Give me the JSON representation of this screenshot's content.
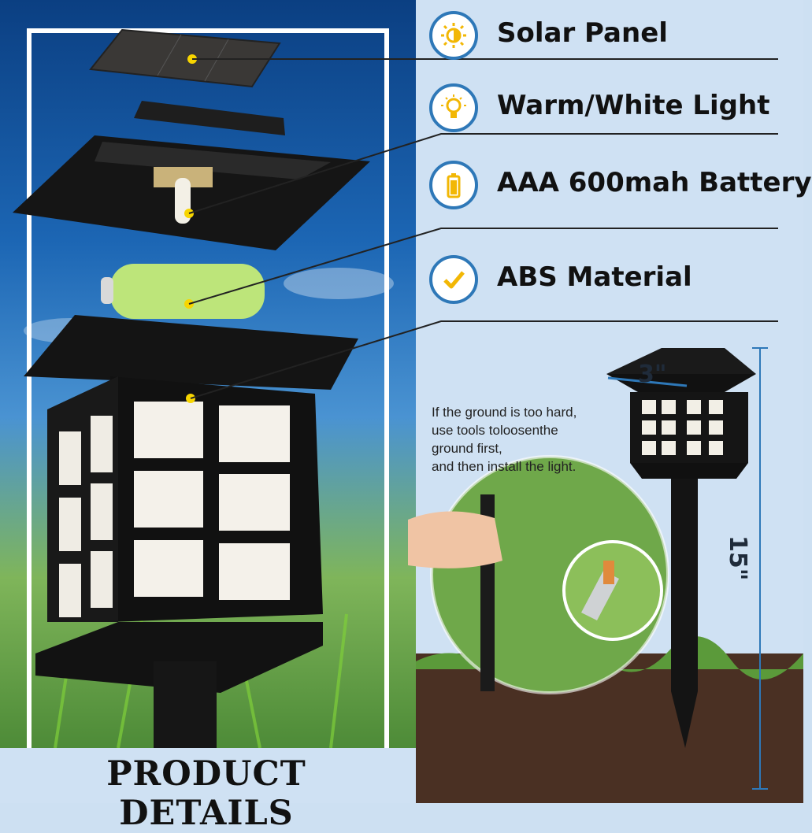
{
  "features": [
    {
      "label": "Solar Panel",
      "icon": "sun-half-icon"
    },
    {
      "label": "Warm/White Light",
      "icon": "light-bulb-icon"
    },
    {
      "label": "AAA 600mah Battery",
      "icon": "battery-icon"
    },
    {
      "label": "ABS Material",
      "icon": "check-mark-icon"
    }
  ],
  "install_note": {
    "line1": "If the ground is too hard,",
    "line2": "use tools toloosenthe",
    "line3": "ground first,",
    "line4": "and then install the light."
  },
  "dimensions": {
    "width": "3\"",
    "height": "15\""
  },
  "footer_title": "PRODUCT DETAILS",
  "colors": {
    "accent_blue": "#2e78b8",
    "icon_yellow": "#f2b705",
    "panel_bg": "#cfe1f3"
  }
}
